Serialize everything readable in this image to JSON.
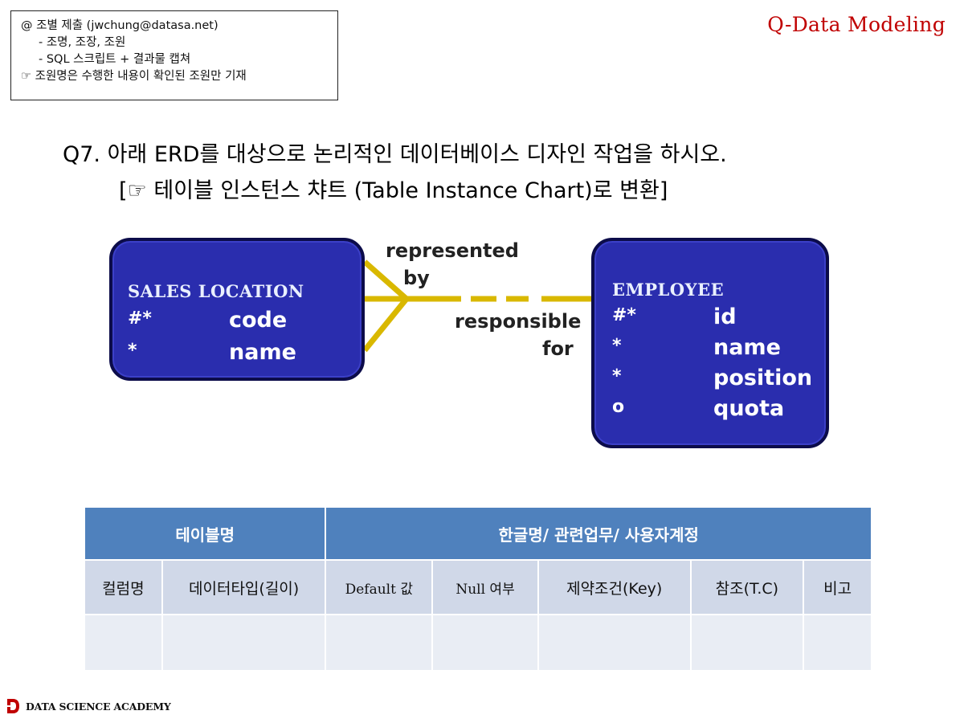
{
  "notice": {
    "line1": "@ 조별 제출 (jwchung@datasa.net)",
    "line2": "- 조명, 조장, 조원",
    "line3": "- SQL 스크립트 + 결과물 캡쳐",
    "line4": "☞ 조원명은 수행한 내용이 확인된 조원만 기재"
  },
  "brand_title": "Q-Data Modeling",
  "question": {
    "line1": "Q7. 아래 ERD를 대상으로 논리적인 데이터베이스 디자인 작업을 하시오.",
    "line2": "[☞ 테이블 인스턴스 챠트 (Table Instance Chart)로 변환]"
  },
  "erd": {
    "sales_location": {
      "title": "SALES LOCATION",
      "attributes": [
        {
          "mark": "#*",
          "name": "code"
        },
        {
          "mark": "*",
          "name": "name"
        }
      ]
    },
    "employee": {
      "title": "EMPLOYEE",
      "attributes": [
        {
          "mark": "#*",
          "name": "id"
        },
        {
          "mark": "*",
          "name": "name"
        },
        {
          "mark": "*",
          "name": "position"
        },
        {
          "mark": "o",
          "name": "quota"
        }
      ]
    },
    "relationship": {
      "top_label_1": "represented",
      "top_label_2": "by",
      "bottom_label_1": "responsible",
      "bottom_label_2": "for",
      "line_color": "#d9b800"
    },
    "entity_color": "#2a2dae"
  },
  "table_instance_chart": {
    "header": {
      "table_name": "테이블명",
      "description": "한글명/ 관련업무/ 사용자계정"
    },
    "columns": [
      "컬럼명",
      "데이터타입(길이)",
      "Default 값",
      "Null 여부",
      "제약조건(Key)",
      "참조(T.C)",
      "비고"
    ],
    "header_color": "#4f81bd"
  },
  "footer": {
    "logo_text": "DATA SCIENCE ACADEMY",
    "logo_color": "#c00000"
  }
}
